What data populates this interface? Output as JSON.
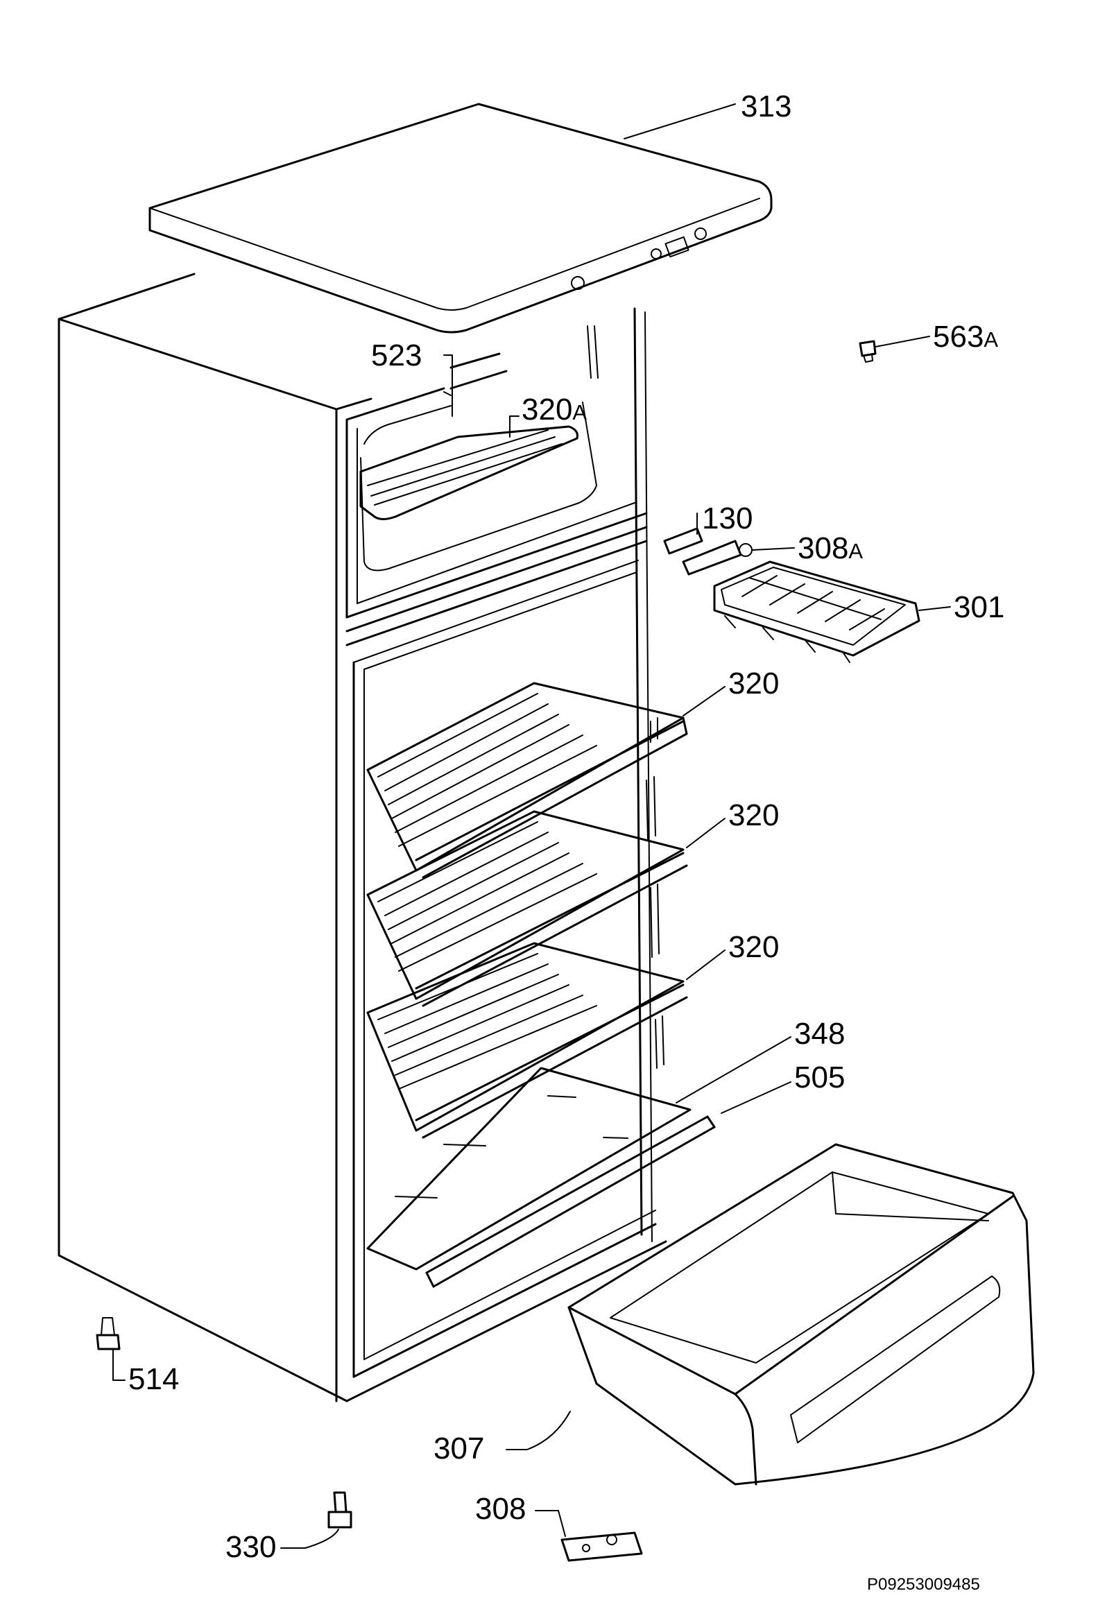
{
  "labels": [
    {
      "id": "313",
      "text": "313",
      "suffix": ""
    },
    {
      "id": "563A",
      "text": "563",
      "suffix": "A"
    },
    {
      "id": "523",
      "text": "523",
      "suffix": ""
    },
    {
      "id": "320A",
      "text": "320",
      "suffix": "A"
    },
    {
      "id": "130",
      "text": "130",
      "suffix": ""
    },
    {
      "id": "308A",
      "text": "308",
      "suffix": "A"
    },
    {
      "id": "301",
      "text": "301",
      "suffix": ""
    },
    {
      "id": "320a",
      "text": "320",
      "suffix": ""
    },
    {
      "id": "320b",
      "text": "320",
      "suffix": ""
    },
    {
      "id": "320c",
      "text": "320",
      "suffix": ""
    },
    {
      "id": "348",
      "text": "348",
      "suffix": ""
    },
    {
      "id": "505",
      "text": "505",
      "suffix": ""
    },
    {
      "id": "514",
      "text": "514",
      "suffix": ""
    },
    {
      "id": "307",
      "text": "307",
      "suffix": ""
    },
    {
      "id": "308",
      "text": "308",
      "suffix": ""
    },
    {
      "id": "330",
      "text": "330",
      "suffix": ""
    }
  ],
  "reference_code": "P09253009485"
}
